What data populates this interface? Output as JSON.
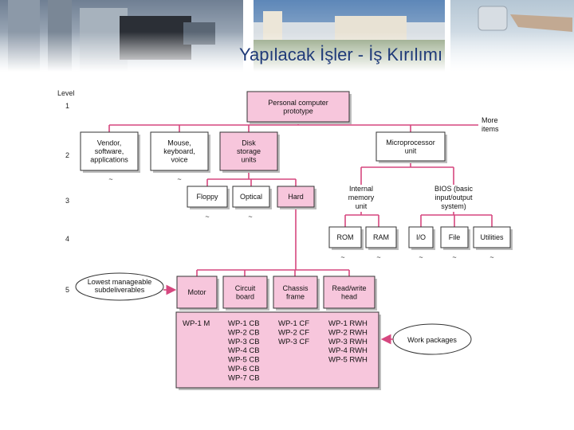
{
  "slide": {
    "title": "Yapılacak İşler - İş Kırılımı"
  },
  "levels": {
    "heading": "Level",
    "values": [
      "1",
      "2",
      "3",
      "4",
      "5"
    ]
  },
  "nodes": {
    "root": [
      "Personal computer",
      "prototype"
    ],
    "more_items": [
      "More",
      "items"
    ],
    "vendor": [
      "Vendor,",
      "software,",
      "applications"
    ],
    "mouse": [
      "Mouse,",
      "keyboard,",
      "voice"
    ],
    "disk": [
      "Disk",
      "storage",
      "units"
    ],
    "micro": [
      "Microprocessor",
      "unit"
    ],
    "floppy": [
      "Floppy"
    ],
    "optical": [
      "Optical"
    ],
    "hard": [
      "Hard"
    ],
    "internal": [
      "Internal",
      "memory",
      "unit"
    ],
    "bios": [
      "BIOS (basic",
      "input/output",
      "system)"
    ],
    "rom": [
      "ROM"
    ],
    "ram": [
      "RAM"
    ],
    "io": [
      "I/O"
    ],
    "file": [
      "File"
    ],
    "utilities": [
      "Utilities"
    ],
    "motor": [
      "Motor"
    ],
    "circuit": [
      "Circuit",
      "board"
    ],
    "chassis": [
      "Chassis",
      "frame"
    ],
    "readwrite": [
      "Read/write",
      "head"
    ]
  },
  "callouts": {
    "lowest": [
      "Lowest manageable",
      "subdeliverables"
    ],
    "work_packages": [
      "Work packages"
    ]
  },
  "work_packages": {
    "motor": [
      "WP-1 M"
    ],
    "circuit": [
      "WP-1 CB",
      "WP-2 CB",
      "WP-3 CB",
      "WP-4 CB",
      "WP-5 CB",
      "WP-6 CB",
      "WP-7 CB"
    ],
    "chassis": [
      "WP-1 CF",
      "WP-2 CF",
      "WP-3 CF"
    ],
    "readwrite": [
      "WP-1 RWH",
      "WP-2 RWH",
      "WP-3 RWH",
      "WP-4 RWH",
      "WP-5 RWH"
    ]
  },
  "colors": {
    "pink_fill": "#f7c6dc",
    "pink_line": "#d6477f",
    "title_blue": "#1f3a78",
    "box_border": "#333333"
  }
}
